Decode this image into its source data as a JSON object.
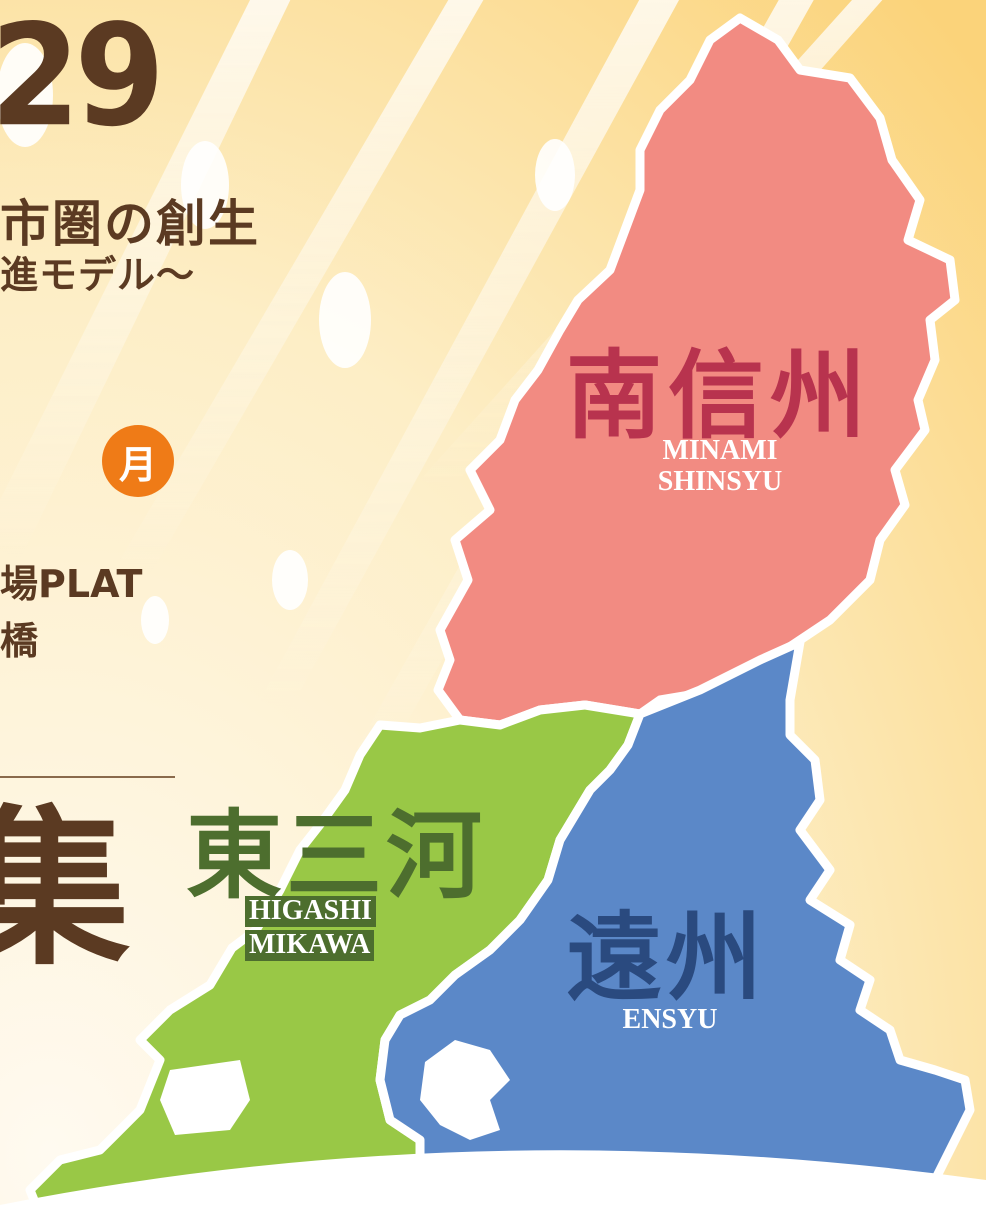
{
  "poster": {
    "headline_line1": "市圏の創生",
    "headline_line2": "進モデル〜",
    "date_number": "29",
    "weekday": "月",
    "venue_line1": "場PLAT",
    "venue_line2": "橋",
    "large_kanji": "集"
  },
  "map": {
    "regions": [
      {
        "id": "minami-shinsyu",
        "name": "南信州",
        "name_en_line1": "MINAMI",
        "name_en_line2": "SHINSYU",
        "color": "#f28b82",
        "label_color": "#b8334e"
      },
      {
        "id": "higashi-mikawa",
        "name": "東三河",
        "name_en_line1": "HIGASHI",
        "name_en_line2": "MIKAWA",
        "color": "#99c846",
        "label_color": "#4d6e2e"
      },
      {
        "id": "ensyu",
        "name": "遠州",
        "name_en_line1": "ENSYU",
        "name_en_line2": "",
        "color": "#5b88c8",
        "label_color": "#2a4a7f"
      }
    ]
  },
  "colors": {
    "background_light": "#fff6e0",
    "background_warm": "#fbd37a",
    "accent_orange": "#ef7b17",
    "text_brown": "#5b3a22"
  }
}
